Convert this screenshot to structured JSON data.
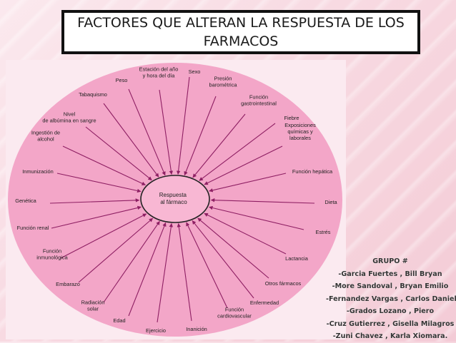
{
  "title": "FACTORES QUE ALTERAN LA RESPUESTA DE LOS FARMACOS",
  "diagram": {
    "center": "Respuesta al fármaco",
    "factors": [
      "Estación del año y hora del día",
      "Sexo",
      "Presión barométrica",
      "Función gastrointestinal",
      "Fiebre",
      "Exposiciones químicas y laborales",
      "Función hepática",
      "Dieta",
      "Estrés",
      "Lactancia",
      "Otros fármacos",
      "Enfermedad",
      "Función cardiovascular",
      "Inanición",
      "Ejercicio",
      "Edad",
      "Radiación solar",
      "Embarazo",
      "Función inmunológica",
      "Función renal",
      "Genética",
      "Inmunización",
      "Ingestión de alcohol",
      "Nivel de albúmina en sangre",
      "Tabaquismo",
      "Peso"
    ]
  },
  "group": {
    "heading": "GRUPO #",
    "members": [
      "-Garcia Fuertes , Bill Bryan",
      "-More Sandoval , Bryan Emilio",
      "-Fernandez Vargas , Carlos Daniel",
      "-Grados Lozano , Piero",
      "-Cruz Gutierrez , Gisella Milagros",
      "-Zuni Chavez , Karla Xiomara."
    ]
  },
  "colors": {
    "circle": "#f3a6c8",
    "center": "#f8b7d3",
    "arrow": "#8e1f63"
  }
}
